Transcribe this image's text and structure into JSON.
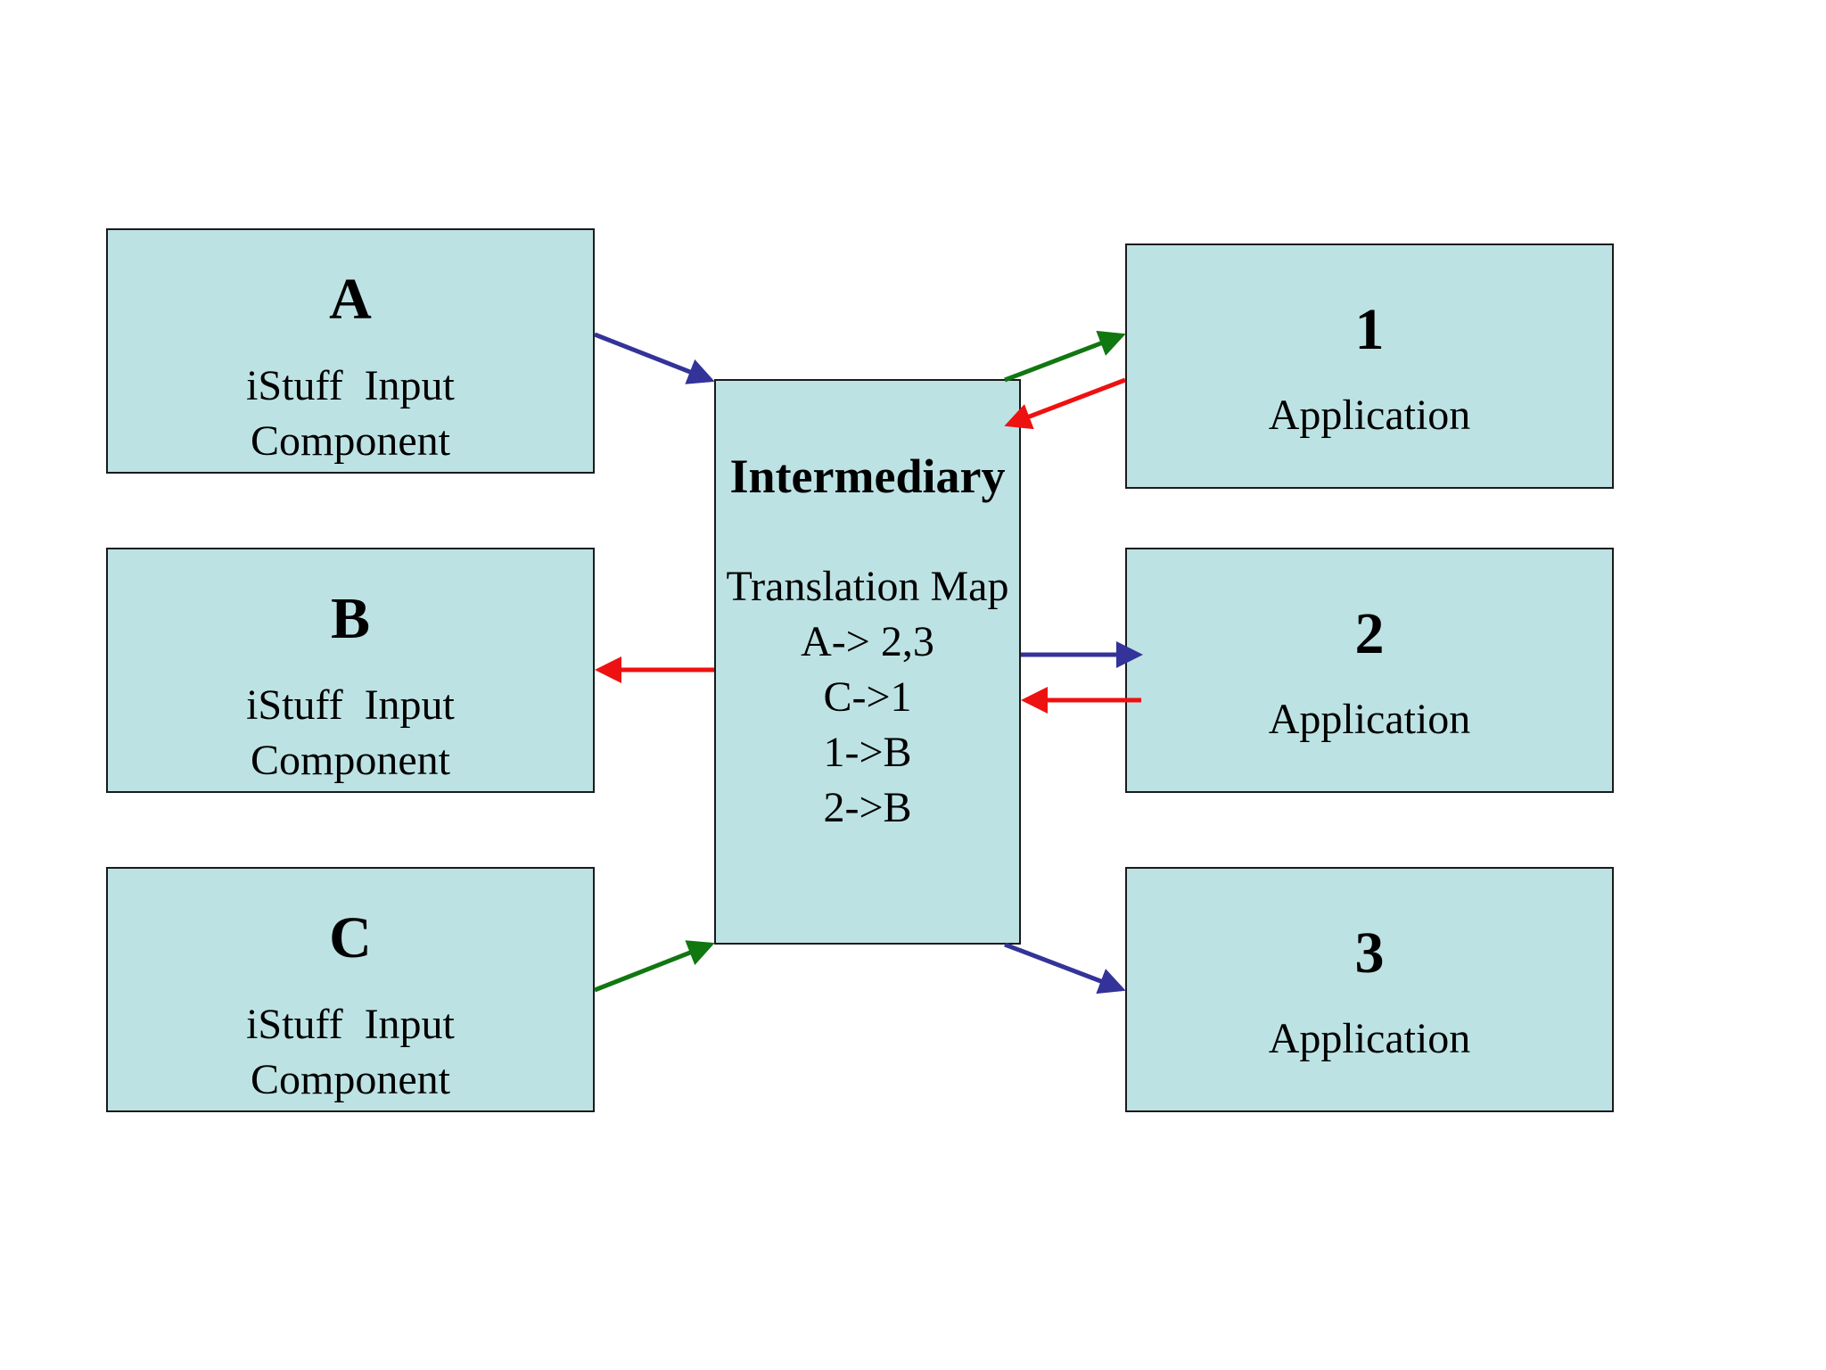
{
  "inputs": [
    {
      "letter": "A",
      "label_line1": "iStuff  Input",
      "label_line2": "Component"
    },
    {
      "letter": "B",
      "label_line1": "iStuff  Input",
      "label_line2": "Component"
    },
    {
      "letter": "C",
      "label_line1": "iStuff  Input",
      "label_line2": "Component"
    }
  ],
  "intermediary": {
    "title": "Intermediary",
    "map_title": "Translation Map",
    "map_entries": [
      "A-> 2,3",
      "C->1",
      "1->B",
      "2->B"
    ]
  },
  "applications": [
    {
      "number": "1",
      "label": "Application"
    },
    {
      "number": "2",
      "label": "Application"
    },
    {
      "number": "3",
      "label": "Application"
    }
  ],
  "colors": {
    "box_fill": "#bde2e3",
    "blue_arrow": "#333399",
    "green_arrow": "#117711",
    "red_arrow": "#ee1111"
  }
}
